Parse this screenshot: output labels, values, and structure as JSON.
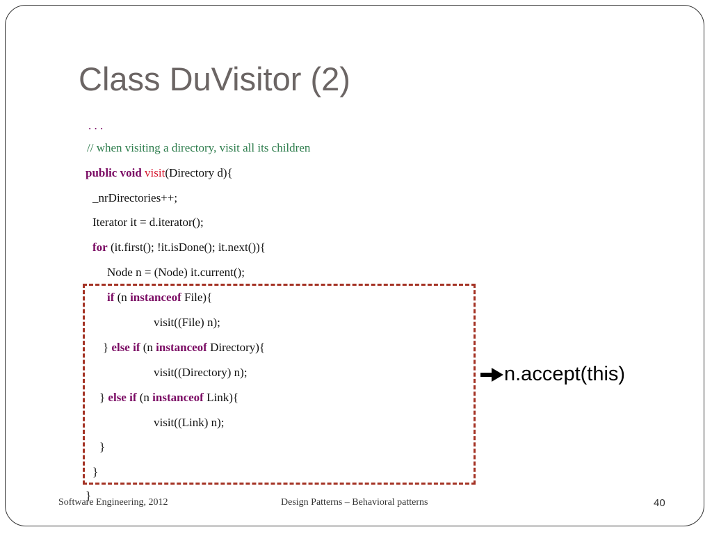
{
  "slide": {
    "title": "Class DuVisitor (2)",
    "code": {
      "ellipsis": ". . .",
      "comment": "// when visiting a directory, visit all its children",
      "line_public": "public",
      "line_void": "void",
      "line_visit": "visit",
      "line_sig_rest": "(Directory d){",
      "line_increment": "_nrDirectories++;",
      "line_iterator": "Iterator it = d.iterator();",
      "kw_for": "for",
      "for_rest": " (it.first(); !it.isDone(); it.next()){",
      "node_line": "Node n = (Node) it.current();",
      "kw_if": "if",
      "if_open": " (n ",
      "kw_instanceof": "instanceof",
      "if_file_rest": " File){",
      "visit_file": "visit((File) n);",
      "else_prefix": "} ",
      "kw_else_if": "else if",
      "if_dir_rest": " Directory){",
      "visit_dir": "visit((Directory) n);",
      "if_link_rest": " Link){",
      "visit_link": "visit((Link) n);",
      "close_inner": "}",
      "close_for": "}",
      "close_method": "}"
    },
    "annotation": "n.accept(this)",
    "colors": {
      "keyword": "#7a0a63",
      "method_name": "#d5162d",
      "comment": "#2e7d4d",
      "dash_box": "#a43224",
      "title": "#6b6564"
    }
  },
  "footer": {
    "left": "Software Engineering, 2012",
    "center": "Design Patterns – Behavioral patterns",
    "page_number": "40"
  }
}
